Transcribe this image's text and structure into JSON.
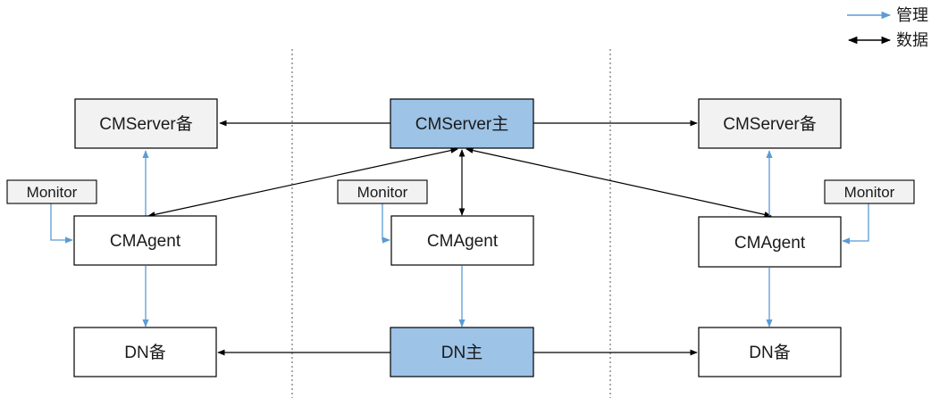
{
  "legend": {
    "management_label": "管理",
    "data_label": "数据"
  },
  "colors": {
    "primary_fill": "#9dc3e6",
    "standby_fill": "#f2f2f2",
    "plain_fill": "#ffffff",
    "management_line": "#5b9bd5",
    "data_line": "#000000"
  },
  "nodes": {
    "cmserver_left": "CMServer备",
    "cmserver_center": "CMServer主",
    "cmserver_right": "CMServer备",
    "monitor_left": "Monitor",
    "monitor_center": "Monitor",
    "monitor_right": "Monitor",
    "cmagent_left": "CMAgent",
    "cmagent_center": "CMAgent",
    "cmagent_right": "CMAgent",
    "dn_left": "DN备",
    "dn_center": "DN主",
    "dn_right": "DN备"
  }
}
